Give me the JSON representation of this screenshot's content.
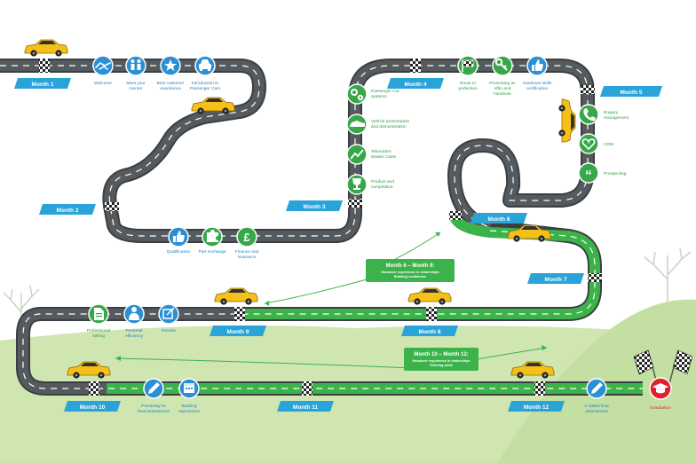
{
  "colors": {
    "road": "#555a5e",
    "road_edge": "#3b3f42",
    "dash": "#ffffff",
    "green_road": "#3cb34a",
    "blue_icon": "#2b8fd6",
    "green_icon": "#37a74a",
    "month_tag": "#2aa3d8",
    "text_blue": "#1f7fc5",
    "text_green": "#2e9c42",
    "grass": "#cfe6b0",
    "car": "#f5c118",
    "grad_red": "#e0212c"
  },
  "months": {
    "m1": "Month 1",
    "m2": "Month 2",
    "m3": "Month 3",
    "m4": "Month 4",
    "m5": "Month 5",
    "m6": "Month 6",
    "m7": "Month 7",
    "m8": "Month 8",
    "m9": "Month 9",
    "m10": "Month 10",
    "m11": "Month 11",
    "m12": "Month 12"
  },
  "milestones": {
    "welcome": "Welcome",
    "meet_mentor": [
      "Meet your",
      "mentor"
    ],
    "best_experience": [
      "Best customer",
      "experience"
    ],
    "intro_cars": [
      "Introduction to",
      "Passenger Cars"
    ],
    "passenger_systems": [
      "Passenger Car",
      "systems"
    ],
    "vehicle_presentation": [
      "Vehicle presentation",
      "and demonstration"
    ],
    "telematics": [
      "Telematics",
      "Master Class"
    ],
    "product_competition": [
      "Product and",
      "competition"
    ],
    "qualification": "Qualification",
    "part_exchange": "Part exchange",
    "finance": [
      "Finance and",
      "insurance"
    ],
    "route_perfection": [
      "Route to",
      "perfection"
    ],
    "presenting_offer": [
      "Presenting an",
      "offer and",
      "handover"
    ],
    "handover_cert": [
      "Handover skills",
      "certification"
    ],
    "enquiry": [
      "Enquiry",
      "management"
    ],
    "crm": "CRM",
    "prospecting": "Prospecting",
    "professional_selling": [
      "Professional",
      "selling"
    ],
    "personal_efficiency": [
      "Personal",
      "efficiency"
    ],
    "review": "Review",
    "practising": [
      "Practising for",
      "final assessment"
    ],
    "building_experience": [
      "Building",
      "experience"
    ],
    "final_assessment": [
      "C-Sales final",
      "assessment"
    ],
    "graduation": "Graduation"
  },
  "callouts": {
    "c1_title": "Month 6 – Month 9:",
    "c1_body": [
      "Handover experience in dealerships",
      "Building confidence"
    ],
    "c2_title": "Month 10 – Month 12:",
    "c2_body": [
      "Handover experience in dealerships",
      "Refining skills"
    ]
  },
  "icons": {
    "welcome": "handshake-icon",
    "meet_mentor": "people-icon",
    "best_experience": "star-icon",
    "intro_cars": "car-front-icon",
    "passenger_systems": "gears-icon",
    "vehicle_presentation": "car-side-icon",
    "telematics": "chart-line-icon",
    "product_competition": "trophy-icon",
    "qualification": "thumbs-up-icon",
    "part_exchange": "puzzle-icon",
    "finance": "pound-icon",
    "route_perfection": "flag-icon",
    "presenting_offer": "key-icon",
    "handover_cert": "thumbs-up-icon",
    "enquiry": "phone-icon",
    "crm": "heart-icon",
    "prospecting": "quote-icon",
    "professional_selling": "document-icon",
    "personal_efficiency": "person-icon",
    "review": "pen-icon",
    "practising": "pencil-icon",
    "building_experience": "calendar-icon",
    "final_assessment": "pencil-icon",
    "graduation": "graduation-cap-icon"
  }
}
